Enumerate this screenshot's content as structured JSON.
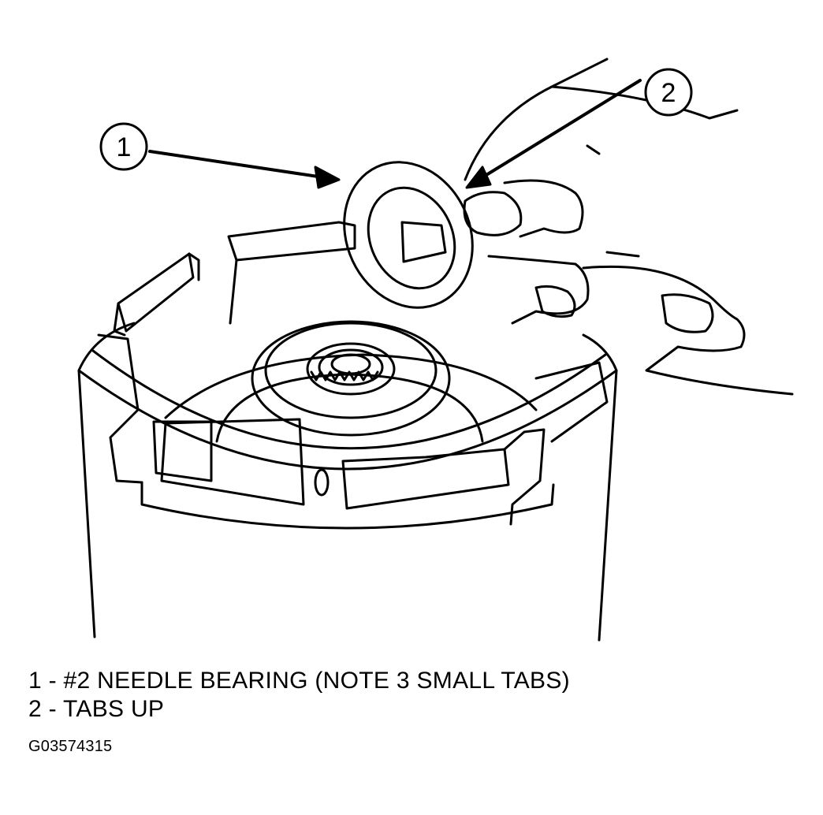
{
  "callouts": [
    {
      "number": "1"
    },
    {
      "number": "2"
    }
  ],
  "legend": [
    {
      "text": "1 - #2 NEEDLE BEARING (NOTE 3 SMALL TABS)"
    },
    {
      "text": "2 - TABS UP"
    }
  ],
  "figure_id": "G03574315",
  "colors": {
    "ink": "#000000",
    "paper": "#ffffff"
  }
}
